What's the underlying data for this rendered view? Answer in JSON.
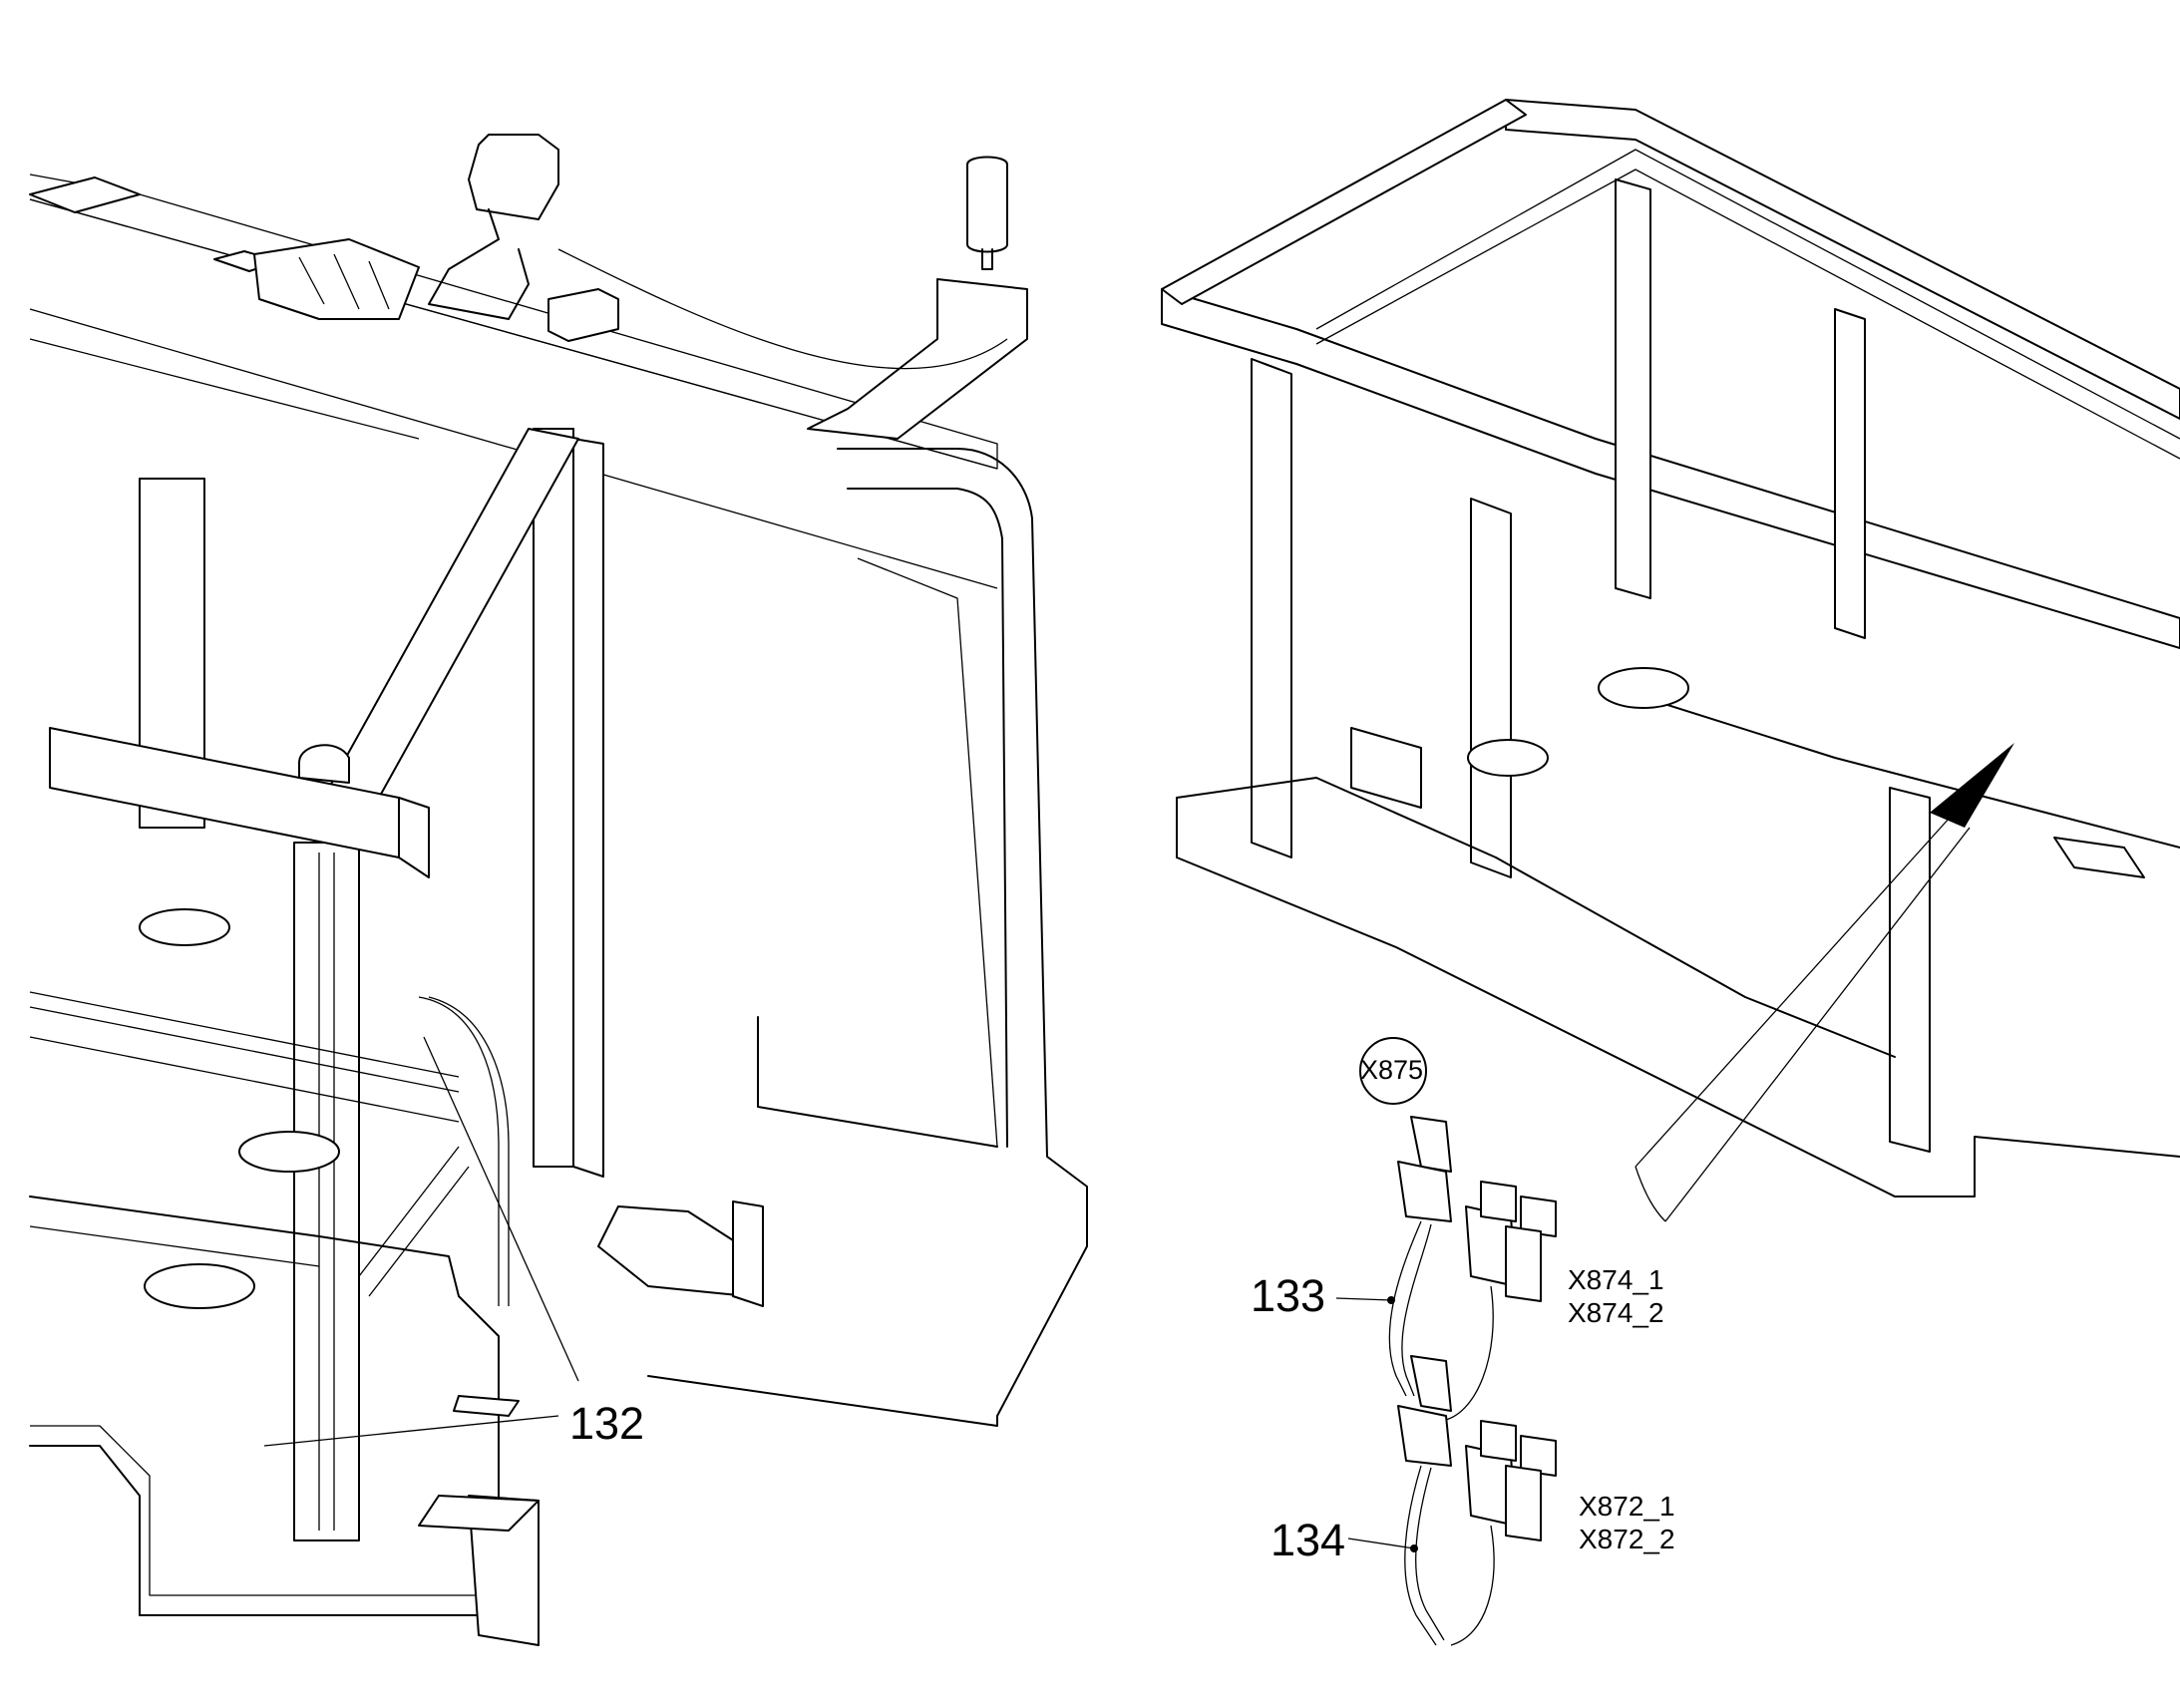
{
  "callouts": {
    "item_132": "132",
    "item_133": "133",
    "item_134": "134"
  },
  "connector_bubble": "X875",
  "connectors": {
    "x874_1": "X874_1",
    "x874_2": "X874_2",
    "x872_1": "X872_1",
    "x872_2": "X872_2"
  }
}
